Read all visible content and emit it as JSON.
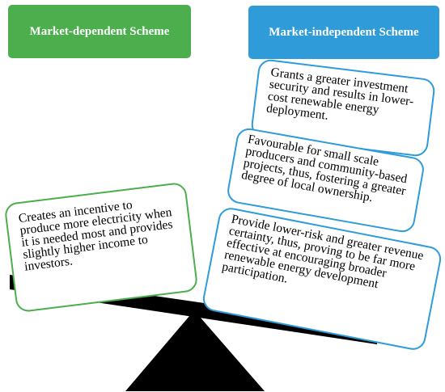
{
  "colors": {
    "market_dependent": "#4cae4c",
    "market_independent": "#2f9bd8",
    "seesaw": "#000000"
  },
  "headers": {
    "market_dependent": "Market-dependent Scheme",
    "market_independent": "Market-independent Scheme"
  },
  "market_dependent": {
    "points": [
      "Creates an incentive to produce more electricity when it is needed most and provides slightly higher income to investors."
    ]
  },
  "market_independent": {
    "points": [
      "Grants a greater investment security and results in lower-cost renewable energy deployment.",
      "Favourable for small scale producers and community-based projects, thus, fostering a greater degree of local ownership.",
      "Provide lower-risk and greater revenue certainty, thus, proving to be far more effective at encouraging broader renewable energy development participation."
    ]
  }
}
